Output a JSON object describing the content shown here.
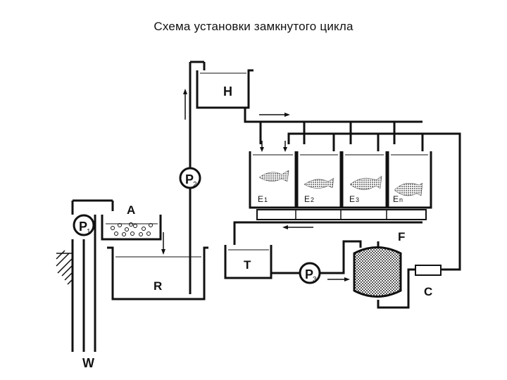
{
  "title": "Схема установки замкнутого цикла",
  "labels": {
    "header_tank": "H",
    "pump1": "P",
    "pump1_sub": "1",
    "pump2": "P",
    "pump2_sub": "2",
    "pump3": "P",
    "pump3_sub": "3",
    "aerator": "A",
    "reservoir": "R",
    "tank_t": "T",
    "filter": "F",
    "component_c": "C",
    "well": "W",
    "fish_tank_1": "E",
    "fish_tank_1_sub": "1",
    "fish_tank_2": "E",
    "fish_tank_2_sub": "2",
    "fish_tank_3": "E",
    "fish_tank_3_sub": "3",
    "fish_tank_n": "E",
    "fish_tank_n_sub": "n"
  }
}
